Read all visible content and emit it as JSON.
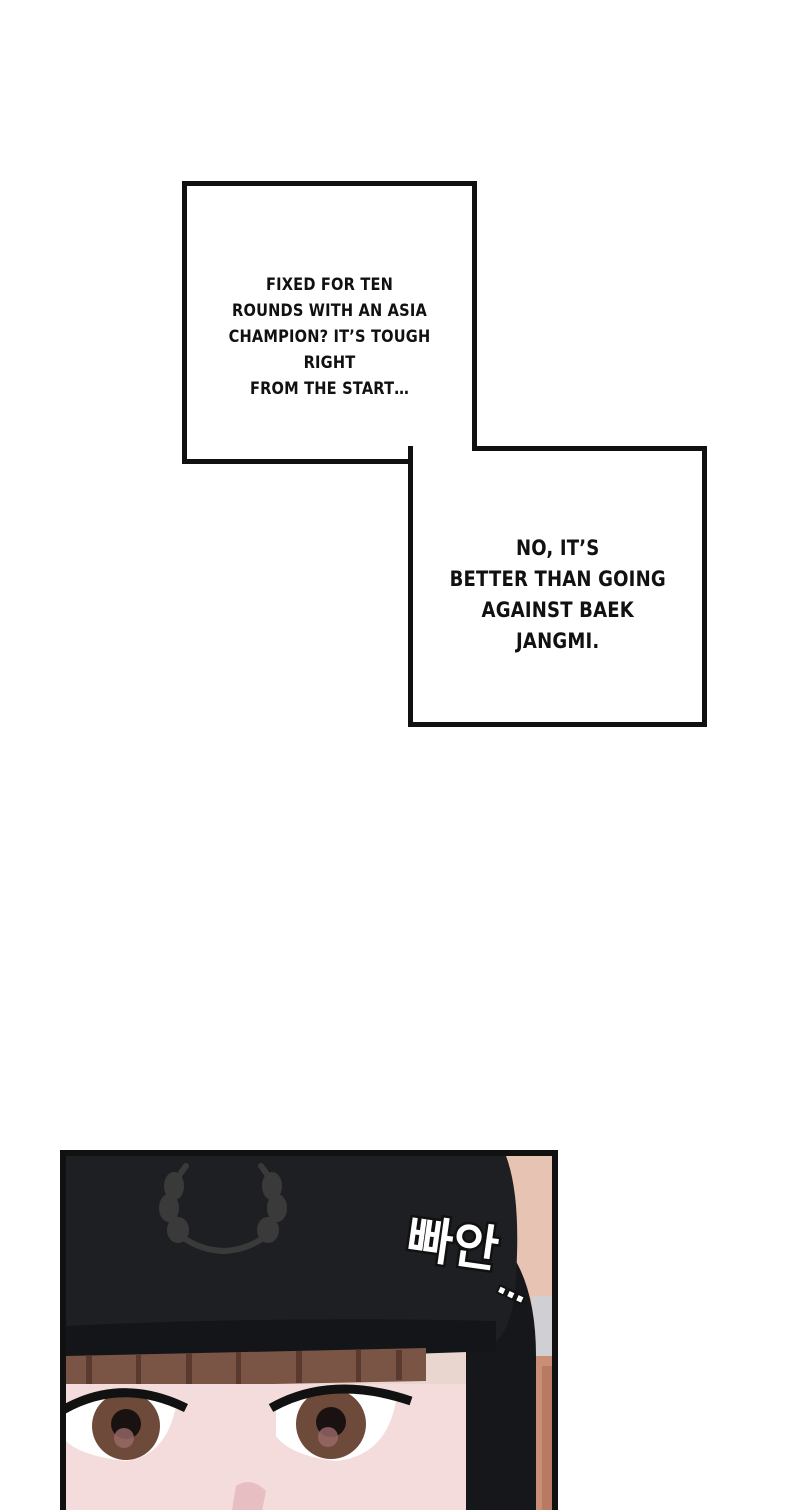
{
  "narration": [
    {
      "text": "FIXED FOR TEN\nROUNDS WITH AN ASIA\nCHAMPION? IT’S TOUGH RIGHT\nFROM THE START…"
    },
    {
      "text": "NO, IT’S\nBETTER THAN GOING\nAGAINST BAEK\nJANGMI."
    }
  ],
  "panel": {
    "sfx": "빠안",
    "sfx_trail": "…"
  },
  "colors": {
    "border": "#111111",
    "background": "#ffffff",
    "cap": "#1e1f22",
    "skin": "#f4dcdc",
    "iris": "#6e4a3a",
    "bangs": "#7a5444"
  }
}
